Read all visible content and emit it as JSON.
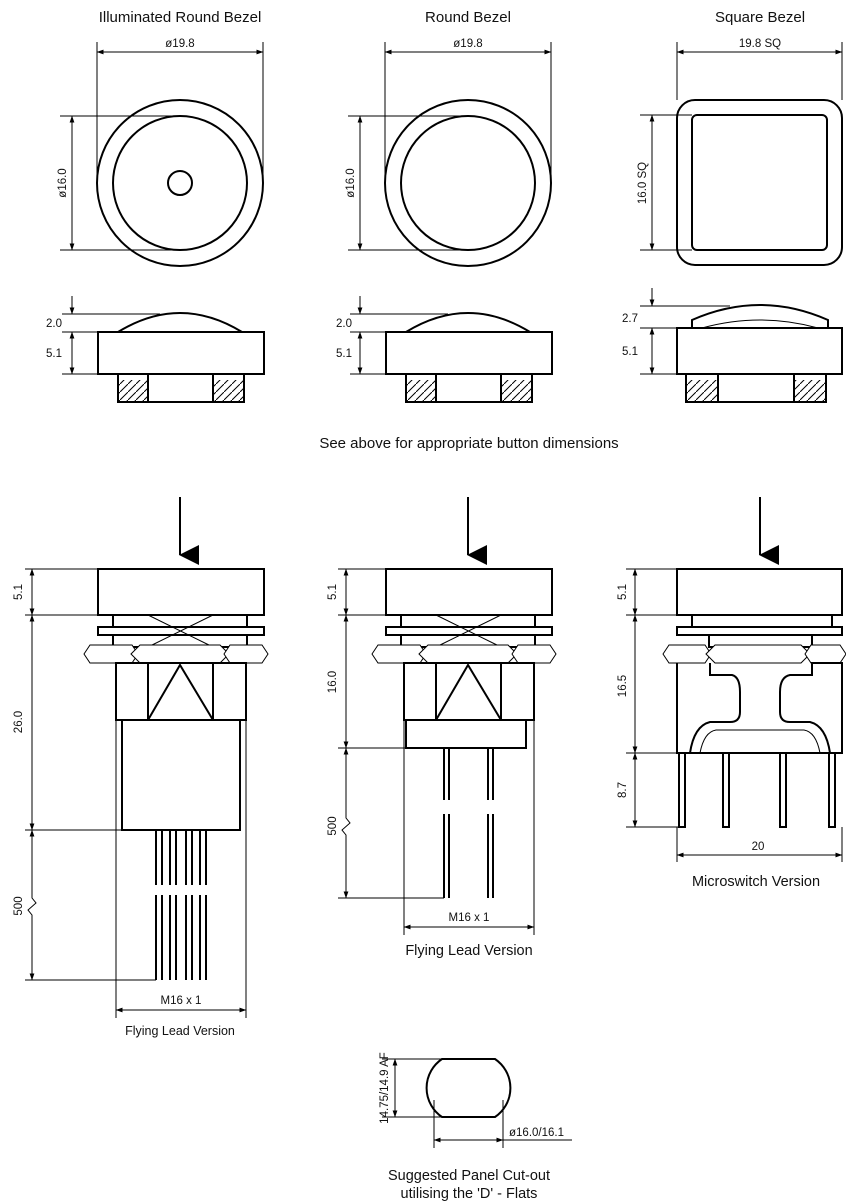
{
  "views": {
    "illuminated_round": {
      "title": "Illuminated Round Bezel",
      "width_dim": "ø19.8",
      "inner_dim": "ø16.0",
      "dome_height": "2.0",
      "bezel_height": "5.1"
    },
    "round": {
      "title": "Round Bezel",
      "width_dim": "ø19.8",
      "inner_dim": "ø16.0",
      "dome_height": "2.0",
      "bezel_height": "5.1"
    },
    "square": {
      "title": "Square Bezel",
      "width_dim": "19.8 SQ",
      "inner_dim": "16.0 SQ",
      "dome_height": "2.7",
      "bezel_height": "5.1"
    }
  },
  "note": "See above for appropriate button dimensions",
  "assemblies": {
    "flying_lead_26": {
      "head": "5.1",
      "body": "26.0",
      "lead": "500",
      "thread": "M16 x 1",
      "caption": "Flying Lead Version"
    },
    "flying_lead_16": {
      "head": "5.1",
      "body": "16.0",
      "lead": "500",
      "thread": "M16 x 1",
      "caption": "Flying Lead Version"
    },
    "microswitch": {
      "head": "5.1",
      "body": "16.5",
      "pins": "8.7",
      "width": "20",
      "caption": "Microswitch Version"
    }
  },
  "cutout": {
    "flats_dim": "14.75/14.9 AF",
    "dia_dim": "ø16.0/16.1",
    "caption_line1": "Suggested Panel Cut-out",
    "caption_line2": "utilising the 'D' - Flats"
  }
}
